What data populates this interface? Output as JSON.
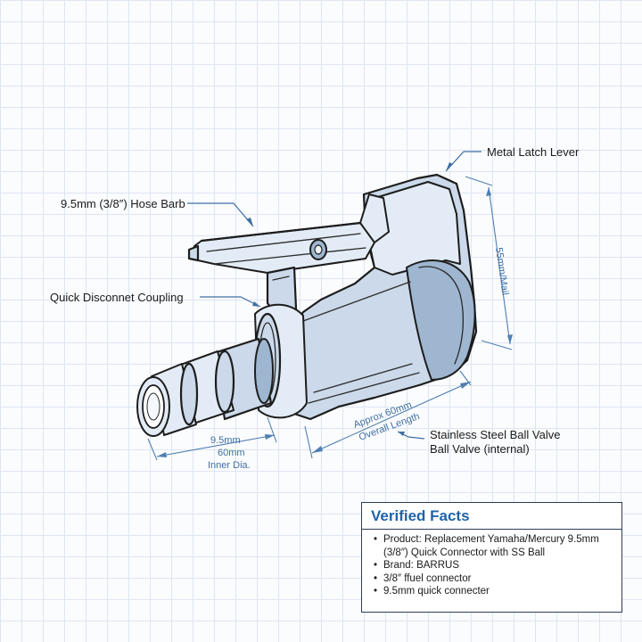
{
  "labels": {
    "latch_lever": "Metal Latch Lever",
    "hose_barb": "9.5mm (3/8″) Hose Barb",
    "coupling": "Quick Disconnet Coupling",
    "ball_valve_line1": "Stainless Steel Ball Valve",
    "ball_valve_line2": "Ball Valve (internal)"
  },
  "dimensions": {
    "height": "55mm/Mail",
    "length_line1": "Approx 60mm",
    "length_line2": "Overall Length",
    "inner_line1": "9.5mm",
    "inner_line2": "60mm",
    "inner_line3": "Inner Dia."
  },
  "facts": {
    "title": "Verified Facts",
    "items": [
      {
        "line1": "Product: Replacement Yamaha/Mercury 9.5mm",
        "line2": "(3/8″)    Quick Connector with SS Ball"
      },
      {
        "line1": "Brand: BARRUS"
      },
      {
        "line1": "3/8″  ffuel  connector"
      },
      {
        "line1": "9.5mm quick connecter"
      }
    ]
  },
  "colors": {
    "accent": "#1f63a8",
    "dimension": "#3f6fa3",
    "body_fill": "#cbd9ea",
    "grid": "#dde6f1"
  }
}
